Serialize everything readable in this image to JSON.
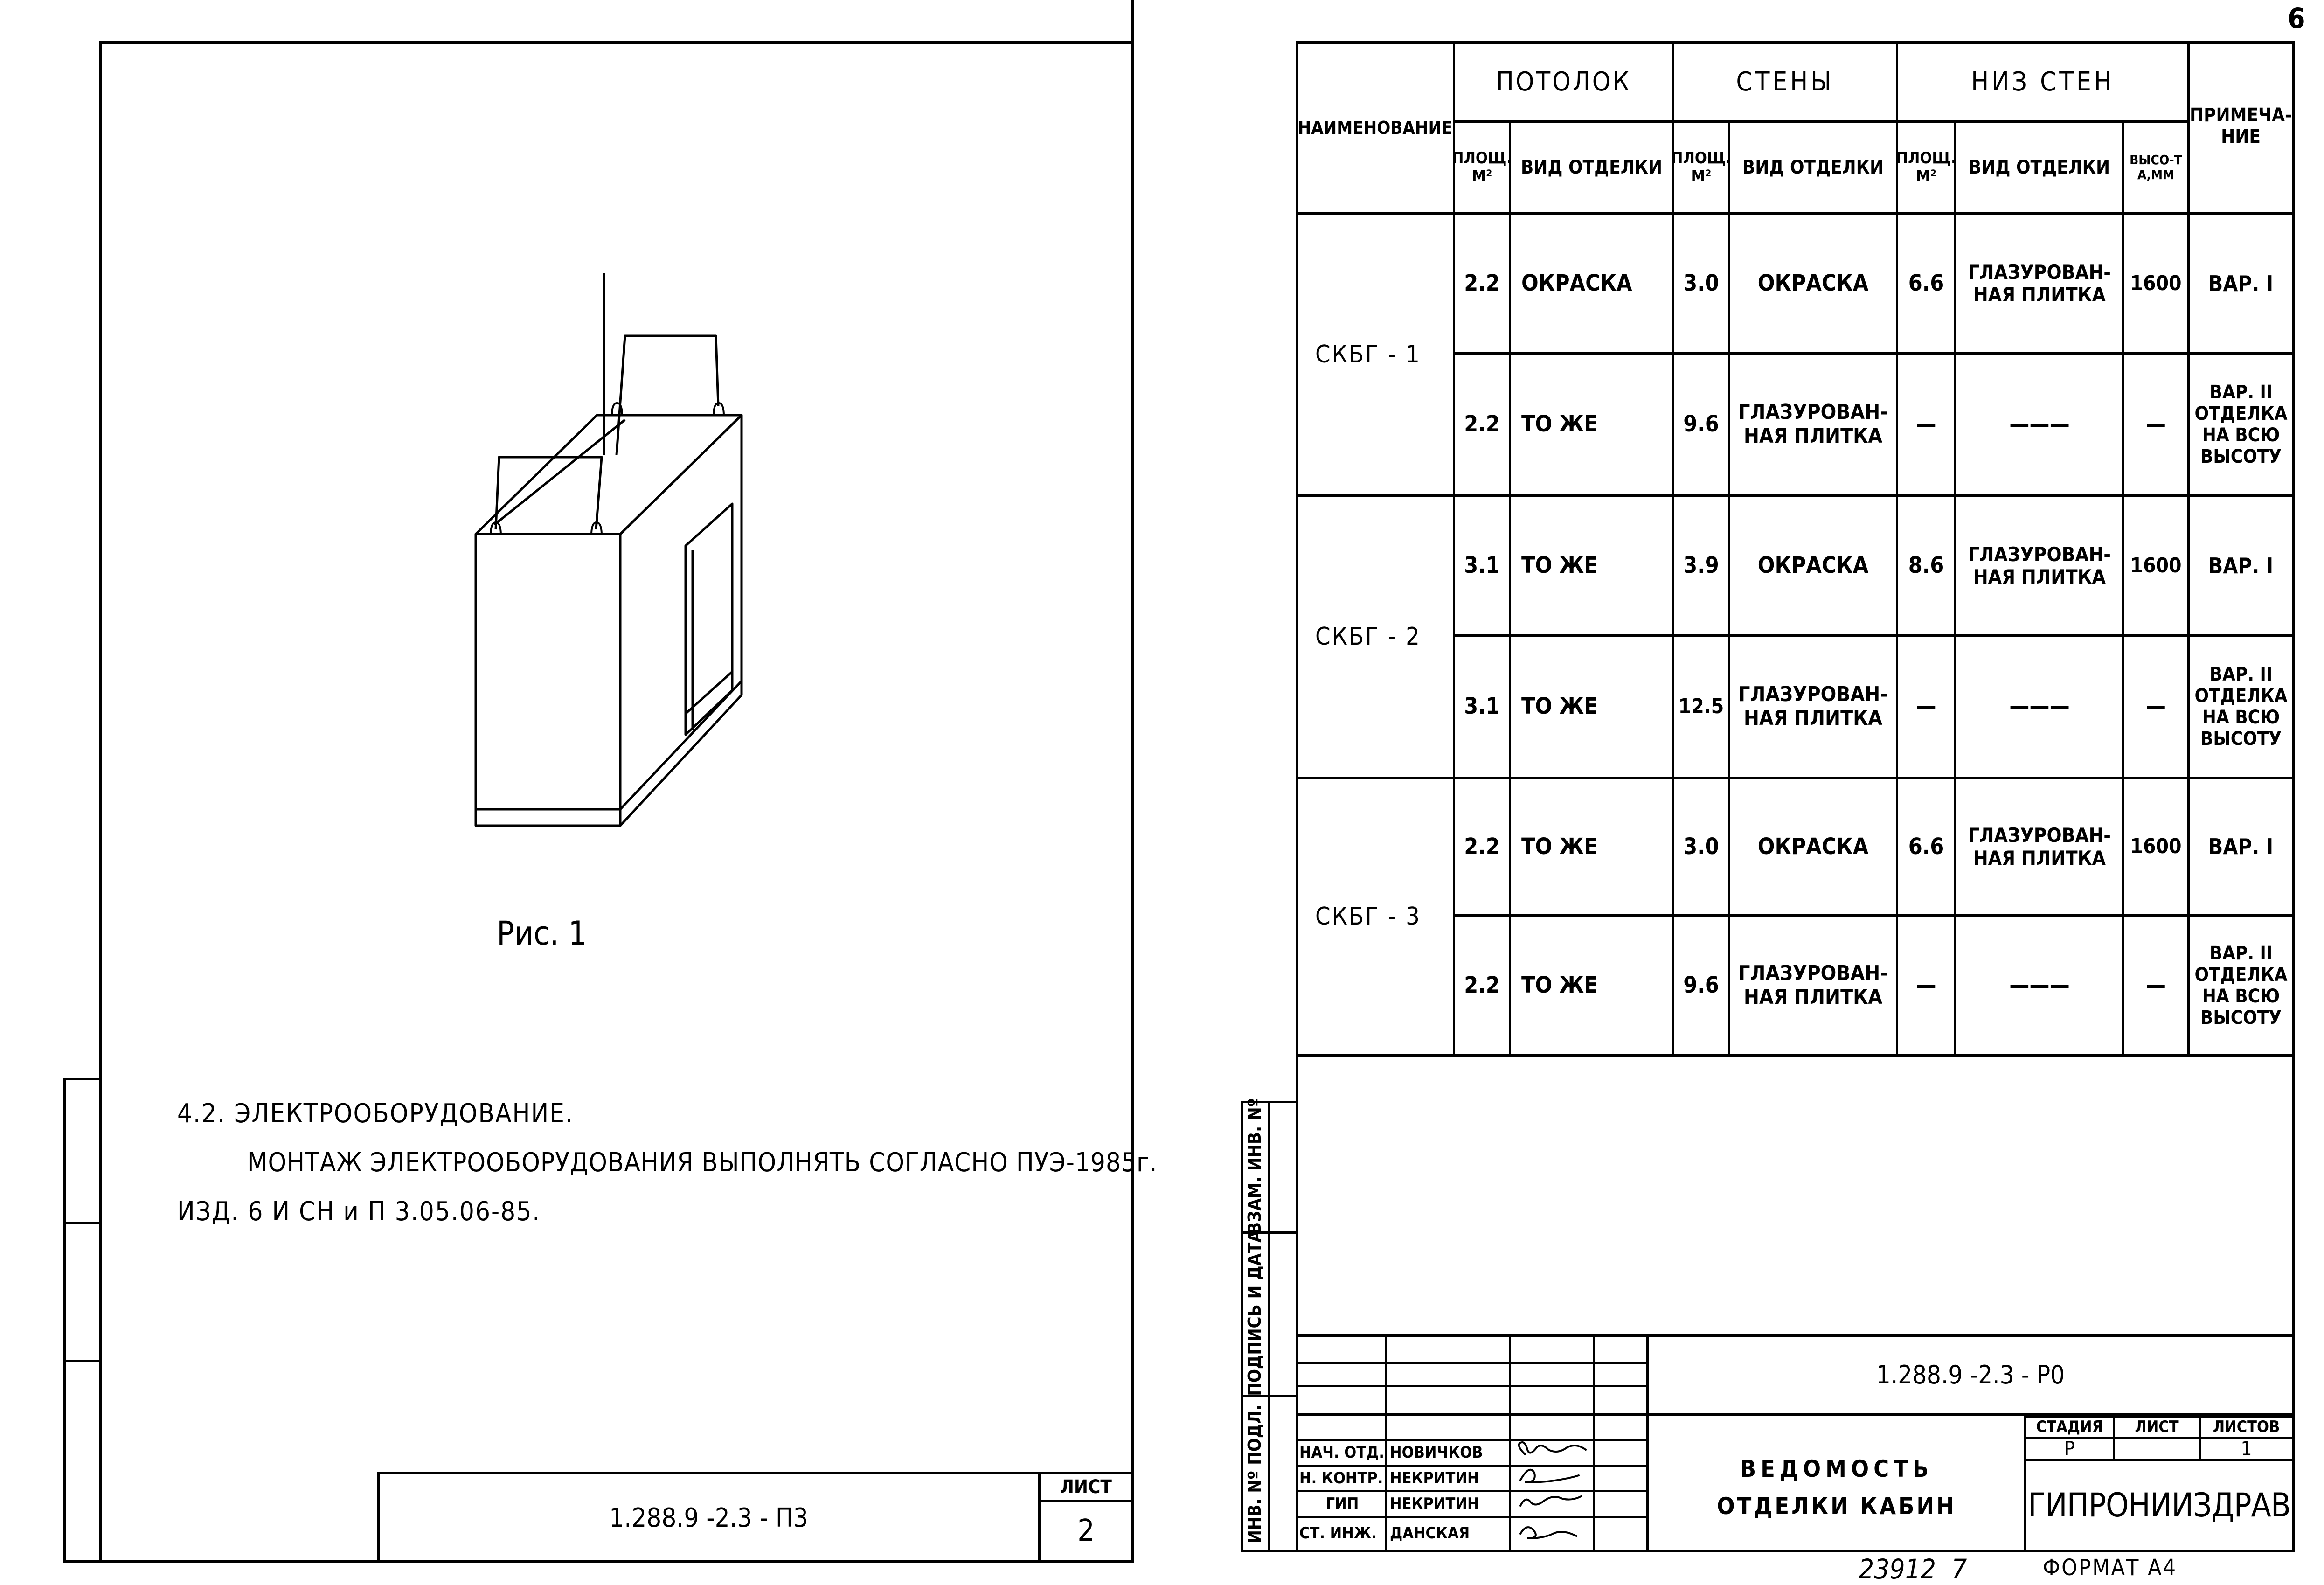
{
  "page_number": "6",
  "left_sheet": {
    "figure_caption": "Рис. 1",
    "section_title": "4.2. ЭЛЕКТРООБОРУДОВАНИЕ.",
    "section_text_1": "МОНТАЖ ЭЛЕКТРООБОРУДОВАНИЯ ВЫПОЛНЯТЬ СОГЛАСНО ПУЭ-1985г.",
    "section_text_2": "ИЗД. 6 И СН и П 3.05.06-85.",
    "stamp_code": "1.288.9 -2.3 - П3",
    "sheet_label": "ЛИСТ",
    "sheet_number": "2"
  },
  "right_sheet": {
    "table": {
      "headers": {
        "name": "НАИМЕНОВАНИЕ",
        "ceiling": "ПОТОЛОК",
        "walls": "СТЕНЫ",
        "wall_bottom": "НИЗ СТЕН",
        "note": "ПРИМЕЧА-НИЕ",
        "area": "ПЛОЩ. М²",
        "finish": "ВИД ОТДЕЛКИ",
        "height": "ВЫСО-ТА,ММ"
      },
      "groups": [
        {
          "name": "СКБГ - 1",
          "rows": [
            {
              "ceil_area": "2.2",
              "ceil_finish": "ОКРАСКА",
              "wall_area": "3.0",
              "wall_finish": "ОКРАСКА",
              "low_area": "6.6",
              "low_finish": "ГЛАЗУРОВАН-НАЯ ПЛИТКА",
              "low_height": "1600",
              "note": "ВАР. I"
            },
            {
              "ceil_area": "2.2",
              "ceil_finish": "ТО ЖЕ",
              "wall_area": "9.6",
              "wall_finish": "ГЛАЗУРОВАН-НАЯ ПЛИТКА",
              "low_area": "—",
              "low_finish": "———",
              "low_height": "—",
              "note": "ВАР. II ОТДЕЛКА НА ВСЮ ВЫСОТУ"
            }
          ]
        },
        {
          "name": "СКБГ - 2",
          "rows": [
            {
              "ceil_area": "3.1",
              "ceil_finish": "ТО ЖЕ",
              "wall_area": "3.9",
              "wall_finish": "ОКРАСКА",
              "low_area": "8.6",
              "low_finish": "ГЛАЗУРОВАН-НАЯ ПЛИТКА",
              "low_height": "1600",
              "note": "ВАР. I"
            },
            {
              "ceil_area": "3.1",
              "ceil_finish": "ТО ЖЕ",
              "wall_area": "12.5",
              "wall_finish": "ГЛАЗУРОВАН-НАЯ ПЛИТКА",
              "low_area": "—",
              "low_finish": "———",
              "low_height": "—",
              "note": "ВАР. II ОТДЕЛКА НА ВСЮ ВЫСОТУ"
            }
          ]
        },
        {
          "name": "СКБГ - 3",
          "rows": [
            {
              "ceil_area": "2.2",
              "ceil_finish": "ТО ЖЕ",
              "wall_area": "3.0",
              "wall_finish": "ОКРАСКА",
              "low_area": "6.6",
              "low_finish": "ГЛАЗУРОВАН-НАЯ ПЛИТКА",
              "low_height": "1600",
              "note": "ВАР. I"
            },
            {
              "ceil_area": "2.2",
              "ceil_finish": "ТО ЖЕ",
              "wall_area": "9.6",
              "wall_finish": "ГЛАЗУРОВАН-НАЯ ПЛИТКА",
              "low_area": "—",
              "low_finish": "———",
              "low_height": "—",
              "note": "ВАР. II ОТДЕЛКА НА ВСЮ ВЫСОТУ"
            }
          ]
        }
      ]
    },
    "side_stamp": {
      "inv_orig": "ИНВ. Nº ПОДЛ.",
      "sign_date": "ПОДПИСЬ И ДАТА",
      "replace_inv": "ВЗАМ. ИНВ. Nº"
    },
    "title_block": {
      "doc_code": "1.288.9 -2.3 - Р0",
      "title_1": "ВЕДОМОСТЬ",
      "title_2": "ОТДЕЛКИ КАБИН",
      "stage_label": "СТАДИЯ",
      "sheet_label": "ЛИСТ",
      "sheets_label": "ЛИСТОВ",
      "stage": "Р",
      "sheet": "",
      "sheets": "1",
      "organization": "ГИПРОНИИЗДРАВ",
      "people": [
        {
          "role": "НАЧ. ОТД.",
          "name": "НОВИЧКОВ"
        },
        {
          "role": "Н. КОНТР.",
          "name": "НЕКРИТИН"
        },
        {
          "role": "ГИП",
          "name": "НЕКРИТИН"
        },
        {
          "role": "СТ. ИНЖ.",
          "name": "ДАНСКАЯ"
        }
      ]
    },
    "footer_number": "23912  7",
    "format": "ФОРМАТ А4"
  }
}
